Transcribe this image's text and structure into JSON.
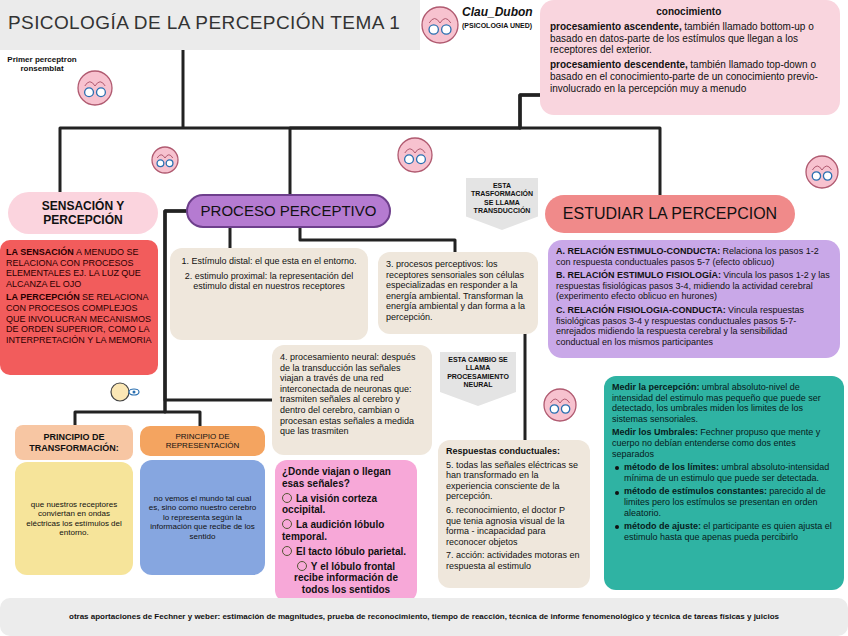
{
  "diagram": {
    "title": "PSICOLOGÍA DE LA PERCEPCIÓN TEMA 1",
    "nodes": [
      {
        "text": [
          "conocimiento",
          "procesamiento ascendente,",
          "también llamado bottom-up o basado en datos-parte de los estímulos que llegan a los receptores del exterior.",
          "procesamiento descendente,",
          "también llamado top-down o basado en el conocimiento-parte de un conocimiento previo-involucrado en la percepción muy a menudo"
        ]
      },
      {
        "text": [
          "SENSACIÓN Y PERCEPCIÓN"
        ]
      },
      {
        "text": [
          "PROCESO PERCEPTIVO"
        ]
      },
      {
        "text": [
          "ESTUDIAR LA PERCEPCION"
        ]
      },
      {
        "text": [
          "LA SENSACIÓN",
          "A MENUDO SE RELACIONA CON PROCESOS ELEMENTALES EJ. LA LUZ QUE ALCANZA EL OJO",
          "LA PERCEPCIÓN",
          "SE RELACIONA CON PROCESOS COMPLEJOS QUE INVOLUCRAN MECANISMOS DE ORDEN SUPERIOR, COMO LA INTERPRETACIÓN Y LA MEMORIA"
        ]
      },
      {
        "text": [
          "1. Estímulo distal: el que esta en el entorno.",
          "2. estimulo proximal: la representación del estimulo distal en nuestros receptores"
        ]
      },
      {
        "text": [
          "3. procesos perceptivos: los receptores sensoriales son células especializadas en responder a la energía ambiental. Transforman la energía ambiental y dan forma a la percepción."
        ]
      },
      {
        "text": [
          "ESTA TRASFORMACIÓN SE LLAMA TRANSDUCCIÓN"
        ]
      },
      {
        "text": [
          "4. procesamiento neural: después de la transducción las señales viajan a través de una red interconectada de neuronas que: trasmiten señales al cerebro y dentro del cerebro, cambian o procesan estas señales a medida que las trasmiten"
        ]
      },
      {
        "text": [
          "ESTA CAMBIO SE LLAMA PROCESAMIENTO NEURAL"
        ]
      },
      {
        "text": [
          "Respuestas conductuales:",
          "5. todas las señales eléctricas se han transformado en la experiencia consciente de la percepción.",
          "6. reconocimiento, el doctor P que tenia agnosia visual de la forma - incapacidad para reconocer objetos",
          "7. acción: actividades motoras en respuesta al estimulo"
        ]
      },
      {
        "text": [
          "PRINCIPIO DE TRANSFORMACIÓN:"
        ]
      },
      {
        "text": [
          "que nuestros receptores conviertan en ondas eléctricas los estímulos del entorno."
        ]
      },
      {
        "text": [
          "PRINCIPIO DE REPRESENTACIÓN"
        ]
      },
      {
        "text": [
          "no vemos el mundo tal cual es, sino como nuestro cerebro lo representa según la información que recibe de los sentido"
        ]
      },
      {
        "text": [
          "¿Donde viajan o llegan esas señales?",
          "La visión corteza occipital.",
          "La audición lóbulo temporal.",
          "El tacto lóbulo parietal.",
          "Y el lóbulo frontal recibe información de todos los sentidos"
        ]
      },
      {
        "text": [
          "A. RELACIÓN ESTIMULO-CONDUCTA:",
          "Relaciona los pasos 1-2 con respuesta conductuales pasos 5-7 (efecto oblicuo)",
          "B. RELACIÓN ESTIMULO FISIOLOGÍA:",
          "Vincula los pasos 1-2 y las respuestas fisiológicas pasos 3-4, midiendo la actividad cerebral (experimento efecto oblicuo en hurones)",
          "C. RELACIÓN FISIOLOGIA-CONDUCTA:",
          "Vincula respuestas fisiológicas pasos 3-4 y respuestas conductuales pasos 5-7- enrejados midiendo la respuesta cerebral y la sensibilidad conductual en los mismos participantes"
        ]
      },
      {
        "text": [
          "Medir la percepción:",
          "umbral absoluto-nivel de intensidad del estimulo mas pequeño que puede ser detectado, los umbrales miden los limites de los sistemas sensoriales.",
          "Medir los Umbrales:",
          "Fechner propuso que mente y cuerpo no debían entenderse como dos entes separados",
          "método de los límites:",
          "umbral absoluto-intensidad mínima de un estimulo que puede ser detectada.",
          "método de estímulos constantes:",
          "parecido al de limites pero los estímulos se presentan en orden aleatorio.",
          "método de ajuste:",
          "el participante es quien ajusta el estimulo hasta que apenas pueda percibirlo"
        ]
      },
      {
        "text": [
          "otras aportaciones de Fechner y weber: estimación de magnitudes, prueba de reconocimiento, tiempo de reacción, técnica de informe fenomenológico y técnica de tareas físicas y juicios"
        ]
      }
    ],
    "edges": [
      {
        "from": 0,
        "to": 1,
        "arrow": "none"
      },
      {
        "from": 0,
        "to": 2,
        "arrow": "none"
      },
      {
        "from": 0,
        "to": 3,
        "arrow": "none"
      },
      {
        "from": 2,
        "to": 5,
        "arrow": "none"
      },
      {
        "from": 2,
        "to": 6,
        "arrow": "none"
      },
      {
        "from": 2,
        "to": 11,
        "arrow": "none"
      },
      {
        "from": 2,
        "to": 13,
        "arrow": "none"
      },
      {
        "from": 2,
        "to": 8,
        "arrow": "none"
      },
      {
        "from": 6,
        "to": 10,
        "arrow": "none"
      }
    ],
    "labels": [
      "Primer perceptron ronsemblat",
      "Clau_Dubon",
      "(PSICOLOGIA UNED)"
    ]
  }
}
